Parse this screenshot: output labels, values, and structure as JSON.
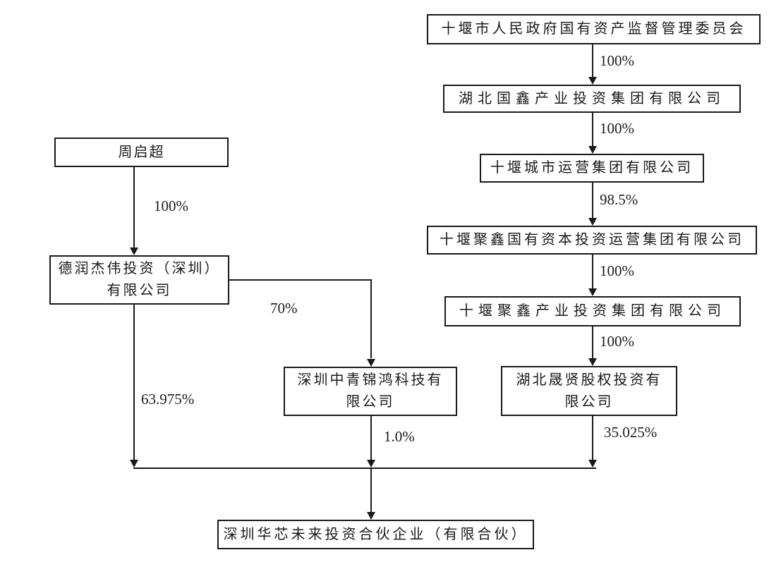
{
  "diagram_type": "equity-ownership-structure",
  "colors": {
    "background": "#ffffff",
    "line": "#1a1a1a",
    "text": "#1a1a1a",
    "node_fill": "#ffffff"
  },
  "nodes": {
    "sasac": {
      "label": "十堰市人民政府国有资产监督管理委员会"
    },
    "guoxin": {
      "label": "湖北国鑫产业投资集团有限公司"
    },
    "chengyun": {
      "label": "十堰城市运营集团有限公司"
    },
    "juxin_capital": {
      "label": "十堰聚鑫国有资本投资运营集团有限公司"
    },
    "juxin_industry": {
      "label": "十堰聚鑫产业投资集团有限公司"
    },
    "shengxian": {
      "label": "湖北晟贤股权投资有\n限公司"
    },
    "zhou": {
      "label": "周启超"
    },
    "derun": {
      "label": "德润杰伟投资（深圳）\n有限公司"
    },
    "zhongqing": {
      "label": "深圳中青锦鸿科技有\n限公司"
    },
    "huaxin": {
      "label": "深圳华芯未来投资合伙企业（有限合伙）"
    }
  },
  "edges": {
    "sasac_guoxin": {
      "from": "sasac",
      "to": "guoxin",
      "label": "100%"
    },
    "guoxin_chengyun": {
      "from": "guoxin",
      "to": "chengyun",
      "label": "100%"
    },
    "chengyun_juxin_capital": {
      "from": "chengyun",
      "to": "juxin_capital",
      "label": "98.5%"
    },
    "juxin_capital_juxin_industry": {
      "from": "juxin_capital",
      "to": "juxin_industry",
      "label": "100%"
    },
    "juxin_industry_shengxian": {
      "from": "juxin_industry",
      "to": "shengxian",
      "label": "100%"
    },
    "shengxian_huaxin": {
      "from": "shengxian",
      "to": "huaxin",
      "label": "35.025%"
    },
    "zhou_derun": {
      "from": "zhou",
      "to": "derun",
      "label": "100%"
    },
    "derun_zhongqing": {
      "from": "derun",
      "to": "zhongqing",
      "label": "70%"
    },
    "derun_huaxin": {
      "from": "derun",
      "to": "huaxin",
      "label": "63.975%"
    },
    "zhongqing_huaxin": {
      "from": "zhongqing",
      "to": "huaxin",
      "label": "1.0%"
    }
  }
}
